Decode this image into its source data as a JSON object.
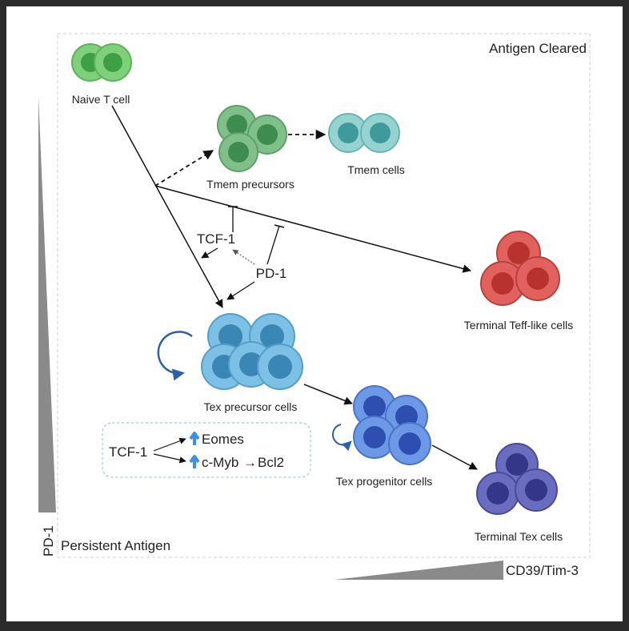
{
  "corners": {
    "top_right": "Antigen Cleared",
    "bottom_left": "Persistent Antigen"
  },
  "axes": {
    "vertical": "PD-1",
    "horizontal": "CD39/Tim-3"
  },
  "cells": {
    "naive": "Naive T cell",
    "tmem_precursors": "Tmem precursors",
    "tmem": "Tmem cells",
    "teff_like": "Terminal Teff-like cells",
    "tex_precursor": "Tex precursor cells",
    "tex_progenitor": "Tex progenitor cells",
    "terminal_tex": "Terminal Tex cells"
  },
  "regulators": {
    "tcf1": "TCF-1",
    "pd1": "PD-1"
  },
  "inset": {
    "source": "TCF-1",
    "target_a": "Eomes",
    "target_b": "c-Myb",
    "arrow": "→",
    "target_c": "Bcl2"
  },
  "colors": {
    "naive": "#6cc26a",
    "tmem_precursor": "#6fb27f",
    "tmem": "#82c9c6",
    "teff": "#d9534f",
    "tex_precursor": "#6fb6df",
    "tex_progenitor": "#5b8fe0",
    "terminal_tex": "#5f61b0",
    "up_arrow": "#3f8fe0"
  }
}
